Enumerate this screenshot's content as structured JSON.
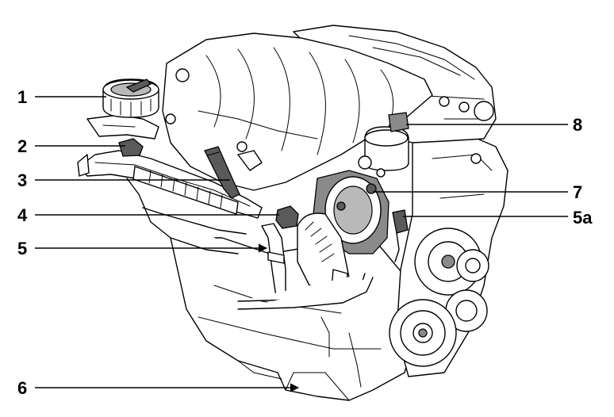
{
  "callouts": [
    {
      "id": "c1",
      "label": "1"
    },
    {
      "id": "c2",
      "label": "2"
    },
    {
      "id": "c3",
      "label": "3"
    },
    {
      "id": "c4",
      "label": "4"
    },
    {
      "id": "c5",
      "label": "5"
    },
    {
      "id": "c6",
      "label": "6"
    },
    {
      "id": "c7",
      "label": "7"
    },
    {
      "id": "c8",
      "label": "8"
    },
    {
      "id": "c5a",
      "label": "5a"
    }
  ]
}
